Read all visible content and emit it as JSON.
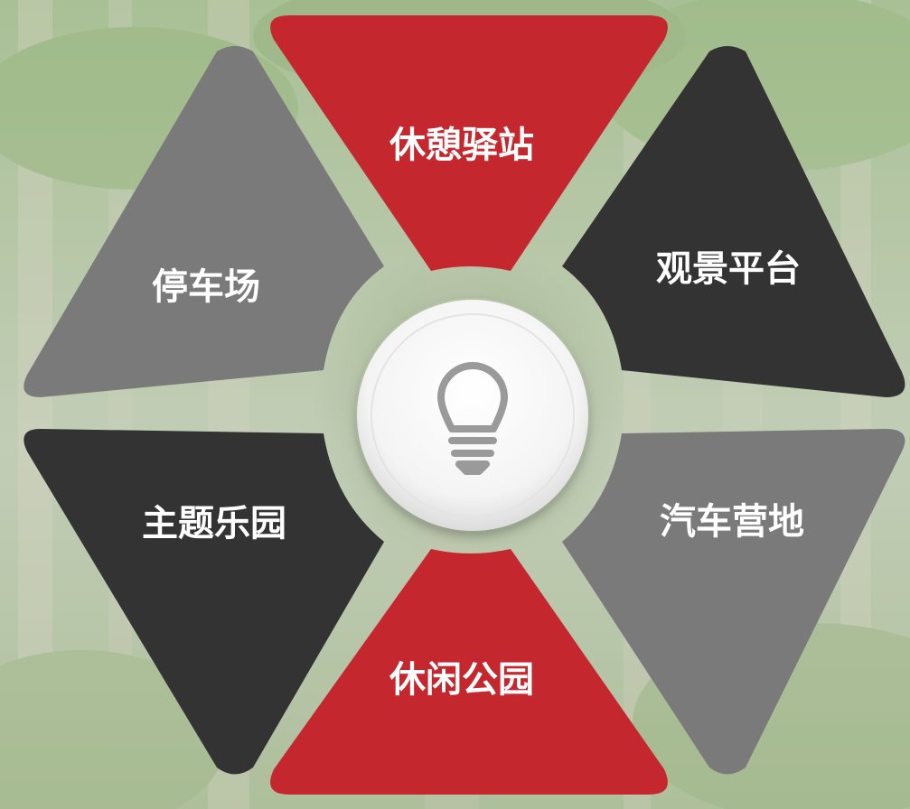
{
  "segments": {
    "top": {
      "label": "休憩驿站",
      "color": "#c4282e"
    },
    "upper_right": {
      "label": "观景平台",
      "color": "#333333"
    },
    "lower_right": {
      "label": "汽车营地",
      "color": "#7a7a7a"
    },
    "bottom": {
      "label": "休闲公园",
      "color": "#c4282e"
    },
    "lower_left": {
      "label": "主题乐园",
      "color": "#333333"
    },
    "upper_left": {
      "label": "停车场",
      "color": "#7a7a7a"
    }
  },
  "center": {
    "icon": "lightbulb-icon"
  },
  "background": {
    "description_color": "#b9c9a8"
  }
}
